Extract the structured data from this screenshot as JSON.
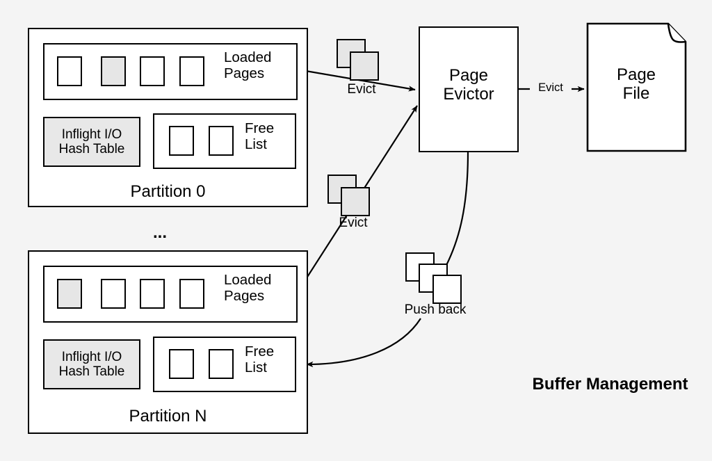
{
  "diagram": {
    "title": "Buffer Management",
    "background_color": "#f4f4f4",
    "shaded_color": "#e6e6e6",
    "stroke_color": "#000000"
  },
  "partitions": [
    {
      "name": "Partition 0",
      "loaded_pages": {
        "label": "Loaded\nPages",
        "slots": [
          "empty",
          "occupied",
          "empty",
          "empty"
        ]
      },
      "inflight": {
        "label": "Inflight I/O\nHash Table"
      },
      "free_list": {
        "label": "Free\nList",
        "slots": [
          "empty",
          "empty"
        ]
      }
    },
    {
      "name": "Partition N",
      "loaded_pages": {
        "label": "Loaded\nPages",
        "slots": [
          "occupied",
          "empty",
          "empty",
          "empty"
        ]
      },
      "inflight": {
        "label": "Inflight I/O\nHash Table"
      },
      "free_list": {
        "label": "Free\nList",
        "slots": [
          "empty",
          "empty"
        ]
      }
    }
  ],
  "ellipsis": "...",
  "page_evictor": {
    "label": "Page\nEvictor"
  },
  "page_file": {
    "label": "Page\nFile"
  },
  "edges": [
    {
      "id": "evict-p0",
      "label": "Evict"
    },
    {
      "id": "evict-pn",
      "label": "Evict"
    },
    {
      "id": "evict-file",
      "label": "Evict"
    },
    {
      "id": "push-back",
      "label": "Push back"
    }
  ],
  "page_stacks": [
    {
      "id": "evict-stack-top",
      "count": 2,
      "fill": "shaded"
    },
    {
      "id": "evict-stack-bottom",
      "count": 2,
      "fill": "shaded"
    },
    {
      "id": "push-back-stack",
      "count": 3,
      "fill": "white"
    }
  ]
}
